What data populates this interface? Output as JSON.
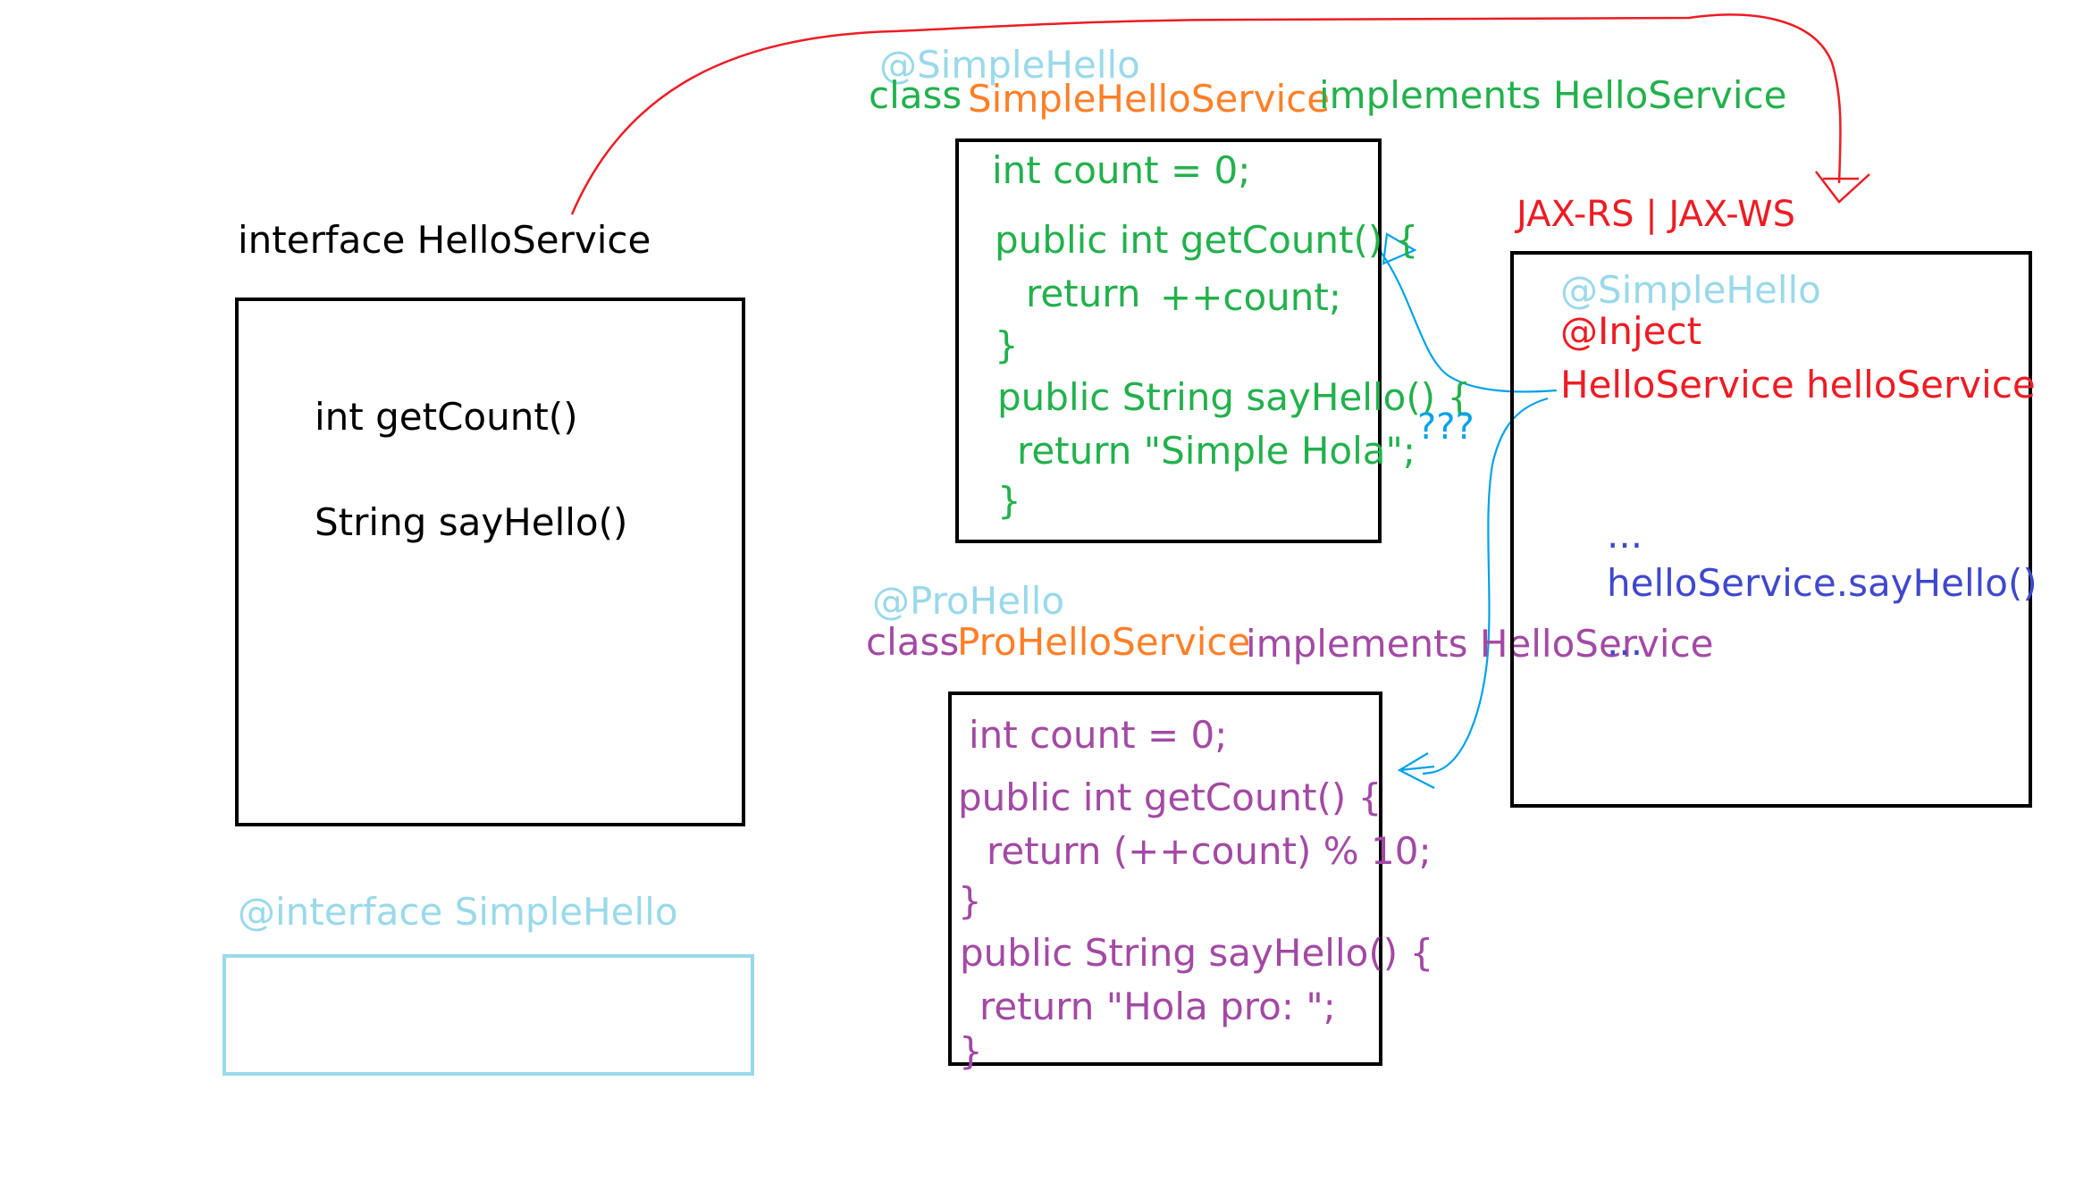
{
  "colors": {
    "black": "#000000",
    "green": "#22b14c",
    "orange": "#ff7f27",
    "cyan": "#99d9ea",
    "red": "#ed1c24",
    "purple": "#a349a4",
    "blue": "#3f48cc",
    "sky": "#00a2e8"
  },
  "interface": {
    "title": "interface HelloService",
    "methods": [
      "int getCount()",
      "String sayHello()"
    ]
  },
  "annotation_interface": {
    "title": "@interface SimpleHello"
  },
  "simple_service": {
    "annotation": "@SimpleHello",
    "keyword": "class",
    "name": "SimpleHelloService",
    "implements": "implements HelloService",
    "lines": [
      "int count = 0;",
      "public int getCount() {",
      "return",
      "++count;",
      "}",
      "public String sayHello() {",
      "return \"Simple Hola\";",
      "}"
    ]
  },
  "pro_service": {
    "annotation": "@ProHello",
    "keyword": "class",
    "name": "ProHelloService",
    "implements": "implements HelloService",
    "lines": [
      "int count = 0;",
      "public int getCount() {",
      "return (++count) % 10;",
      "}",
      "public String sayHello() {",
      "return \"Hola pro: \";",
      "}"
    ]
  },
  "client": {
    "framework": "JAX-RS | JAX-WS",
    "annotation": "@SimpleHello",
    "inject": "@Inject",
    "field": "HelloService helloService",
    "ellipsis": "...",
    "call": "helloService.sayHello()",
    "ellipsis_end": "..."
  },
  "question": "???"
}
